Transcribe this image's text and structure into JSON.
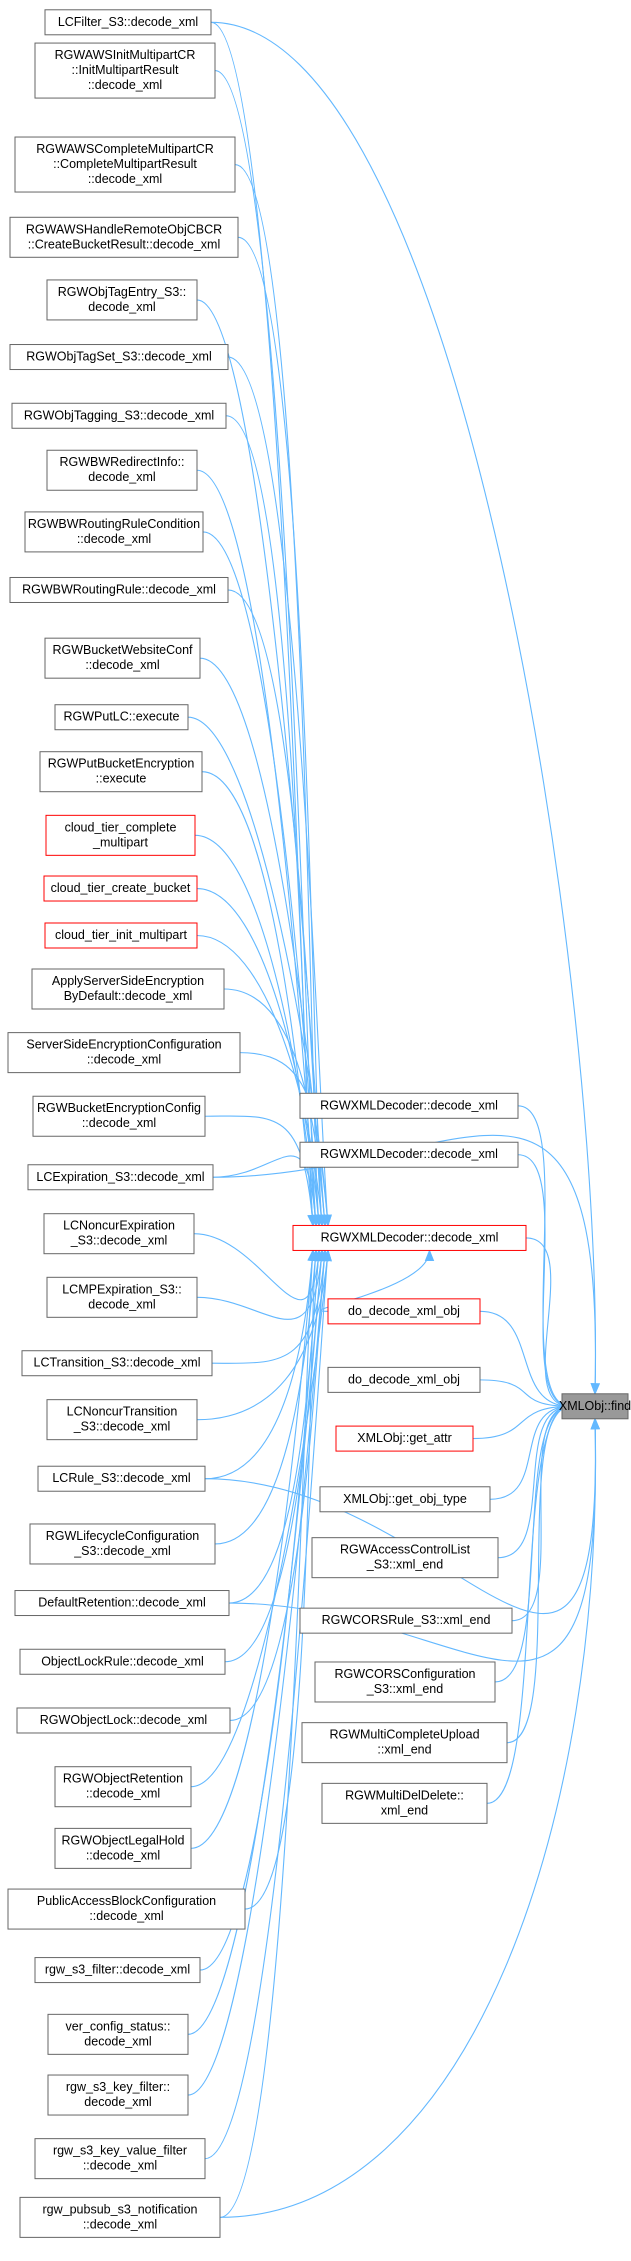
{
  "diagram": {
    "type": "caller-graph",
    "target": "XMLObj::find",
    "hub": "RGWXMLDecoder::decode_xml",
    "left_nodes": [
      {
        "id": "l1",
        "lines": [
          "LCFilter_S3::decode_xml"
        ],
        "style": "normal"
      },
      {
        "id": "l2",
        "lines": [
          "RGWAWSInitMultipartCR",
          "::InitMultipartResult",
          "::decode_xml"
        ],
        "style": "normal"
      },
      {
        "id": "l3",
        "lines": [
          "RGWAWSCompleteMultipartCR",
          "::CompleteMultipartResult",
          "::decode_xml"
        ],
        "style": "normal"
      },
      {
        "id": "l4",
        "lines": [
          "RGWAWSHandleRemoteObjCBCR",
          "::CreateBucketResult::decode_xml"
        ],
        "style": "normal"
      },
      {
        "id": "l5",
        "lines": [
          "RGWObjTagEntry_S3::",
          "decode_xml"
        ],
        "style": "normal"
      },
      {
        "id": "l6",
        "lines": [
          "RGWObjTagSet_S3::decode_xml"
        ],
        "style": "normal"
      },
      {
        "id": "l7",
        "lines": [
          "RGWObjTagging_S3::decode_xml"
        ],
        "style": "normal"
      },
      {
        "id": "l8",
        "lines": [
          "RGWBWRedirectInfo::",
          "decode_xml"
        ],
        "style": "normal"
      },
      {
        "id": "l9",
        "lines": [
          "RGWBWRoutingRuleCondition",
          "::decode_xml"
        ],
        "style": "normal"
      },
      {
        "id": "l10",
        "lines": [
          "RGWBWRoutingRule::decode_xml"
        ],
        "style": "normal"
      },
      {
        "id": "l11",
        "lines": [
          "RGWBucketWebsiteConf",
          "::decode_xml"
        ],
        "style": "normal"
      },
      {
        "id": "l12",
        "lines": [
          "RGWPutLC::execute"
        ],
        "style": "normal"
      },
      {
        "id": "l13",
        "lines": [
          "RGWPutBucketEncryption",
          "::execute"
        ],
        "style": "normal"
      },
      {
        "id": "l14",
        "lines": [
          "cloud_tier_complete",
          "_multipart"
        ],
        "style": "red"
      },
      {
        "id": "l15",
        "lines": [
          "cloud_tier_create_bucket"
        ],
        "style": "red"
      },
      {
        "id": "l16",
        "lines": [
          "cloud_tier_init_multipart"
        ],
        "style": "red"
      },
      {
        "id": "l17",
        "lines": [
          "ApplyServerSideEncryption",
          "ByDefault::decode_xml"
        ],
        "style": "normal"
      },
      {
        "id": "l18",
        "lines": [
          "ServerSideEncryptionConfiguration",
          "::decode_xml"
        ],
        "style": "normal"
      },
      {
        "id": "l19",
        "lines": [
          "RGWBucketEncryptionConfig",
          "::decode_xml"
        ],
        "style": "normal"
      },
      {
        "id": "l20",
        "lines": [
          "LCExpiration_S3::decode_xml"
        ],
        "style": "normal"
      },
      {
        "id": "l21",
        "lines": [
          "LCNoncurExpiration",
          "_S3::decode_xml"
        ],
        "style": "normal"
      },
      {
        "id": "l22",
        "lines": [
          "LCMPExpiration_S3::",
          "decode_xml"
        ],
        "style": "normal"
      },
      {
        "id": "l23",
        "lines": [
          "LCTransition_S3::decode_xml"
        ],
        "style": "normal"
      },
      {
        "id": "l24",
        "lines": [
          "LCNoncurTransition",
          "_S3::decode_xml"
        ],
        "style": "normal"
      },
      {
        "id": "l25",
        "lines": [
          "LCRule_S3::decode_xml"
        ],
        "style": "normal"
      },
      {
        "id": "l26",
        "lines": [
          "RGWLifecycleConfiguration",
          "_S3::decode_xml"
        ],
        "style": "normal"
      },
      {
        "id": "l27",
        "lines": [
          "DefaultRetention::decode_xml"
        ],
        "style": "normal"
      },
      {
        "id": "l28",
        "lines": [
          "ObjectLockRule::decode_xml"
        ],
        "style": "normal"
      },
      {
        "id": "l29",
        "lines": [
          "RGWObjectLock::decode_xml"
        ],
        "style": "normal"
      },
      {
        "id": "l30",
        "lines": [
          "RGWObjectRetention",
          "::decode_xml"
        ],
        "style": "normal"
      },
      {
        "id": "l31",
        "lines": [
          "RGWObjectLegalHold",
          "::decode_xml"
        ],
        "style": "normal"
      },
      {
        "id": "l32",
        "lines": [
          "PublicAccessBlockConfiguration",
          "::decode_xml"
        ],
        "style": "normal"
      },
      {
        "id": "l33",
        "lines": [
          "rgw_s3_filter::decode_xml"
        ],
        "style": "normal"
      },
      {
        "id": "l34",
        "lines": [
          "ver_config_status::",
          "decode_xml"
        ],
        "style": "normal"
      },
      {
        "id": "l35",
        "lines": [
          "rgw_s3_key_filter::",
          "decode_xml"
        ],
        "style": "normal"
      },
      {
        "id": "l36",
        "lines": [
          "rgw_s3_key_value_filter",
          "::decode_xml"
        ],
        "style": "normal"
      },
      {
        "id": "l37",
        "lines": [
          "rgw_pubsub_s3_notification",
          "::decode_xml"
        ],
        "style": "normal"
      }
    ],
    "middle_nodes": [
      {
        "id": "m1",
        "lines": [
          "RGWXMLDecoder::decode_xml"
        ],
        "style": "normal"
      },
      {
        "id": "m2",
        "lines": [
          "RGWXMLDecoder::decode_xml"
        ],
        "style": "normal"
      },
      {
        "id": "hub",
        "lines": [
          "RGWXMLDecoder::decode_xml"
        ],
        "style": "red"
      },
      {
        "id": "m3",
        "lines": [
          "do_decode_xml_obj"
        ],
        "style": "red"
      },
      {
        "id": "m4",
        "lines": [
          "do_decode_xml_obj"
        ],
        "style": "normal"
      },
      {
        "id": "m5",
        "lines": [
          "XMLObj::get_attr"
        ],
        "style": "red"
      },
      {
        "id": "m6",
        "lines": [
          "XMLObj::get_obj_type"
        ],
        "style": "normal"
      },
      {
        "id": "m7",
        "lines": [
          "RGWAccessControlList",
          "_S3::xml_end"
        ],
        "style": "normal"
      },
      {
        "id": "m8",
        "lines": [
          "RGWCORSRule_S3::xml_end"
        ],
        "style": "normal"
      },
      {
        "id": "m9",
        "lines": [
          "RGWCORSConfiguration",
          "_S3::xml_end"
        ],
        "style": "normal"
      },
      {
        "id": "m10",
        "lines": [
          "RGWMultiCompleteUpload",
          "::xml_end"
        ],
        "style": "normal"
      },
      {
        "id": "m11",
        "lines": [
          "RGWMultiDelDelete::",
          "xml_end"
        ],
        "style": "normal"
      }
    ],
    "target_node": {
      "id": "target",
      "lines": [
        "XMLObj::find"
      ],
      "style": "target"
    }
  }
}
